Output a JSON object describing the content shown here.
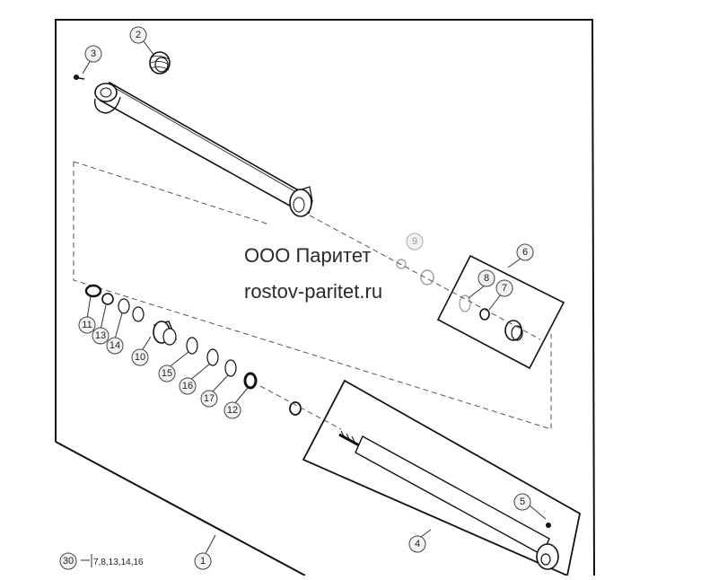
{
  "watermark": {
    "line1": "ООО Паритет",
    "line2": "rostov-paritet.ru"
  },
  "callouts": {
    "c1": "1",
    "c2": "2",
    "c3": "3",
    "c4": "4",
    "c5": "5",
    "c6": "6",
    "c7": "7",
    "c8": "8",
    "c9": "9",
    "c10": "10",
    "c11": "11",
    "c12": "12",
    "c13": "13",
    "c14": "14",
    "c15": "15",
    "c16": "16",
    "c17": "17",
    "c30": "30"
  },
  "kit_note": "7,8,13,14,16"
}
